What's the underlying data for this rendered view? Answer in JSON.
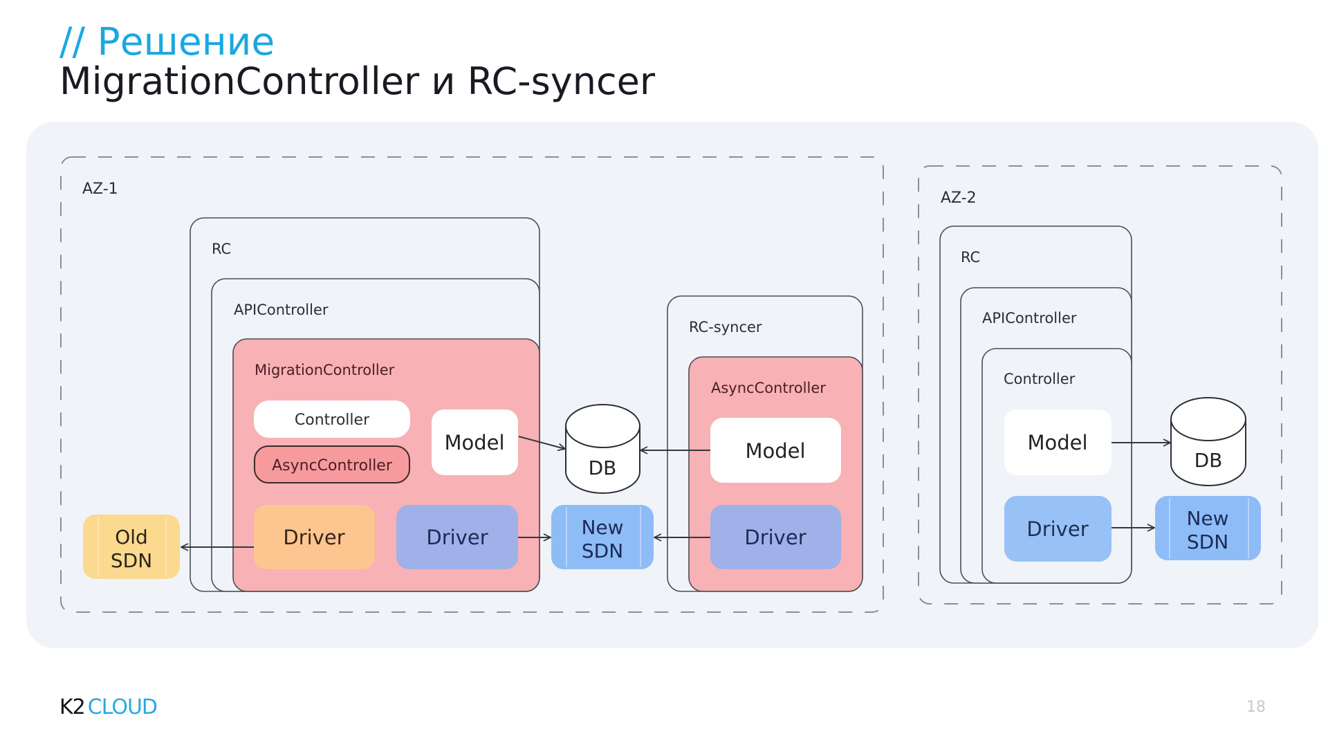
{
  "header": {
    "kicker": "// Решение",
    "title": "MigrationController и RC-syncer"
  },
  "colors": {
    "accent": "#1ba8e0",
    "panel_bg": "#f0f3f7",
    "migration_fill": "#f8b1b4",
    "async_pill_fill": "#f79a9e",
    "old_driver_fill": "#fdc691",
    "new_driver_fill": "#9fb1e8",
    "az2_driver_fill": "#97c1f7",
    "new_sdn_fill": "#8ebcf7",
    "old_sdn_fill": "#fbd98f",
    "outline": "#4a4d55"
  },
  "diagram": {
    "az1": {
      "label": "AZ-1",
      "rc": {
        "label": "RC",
        "api_controller": {
          "label": "APIController",
          "migration_controller": {
            "label": "MigrationController",
            "controller": "Controller",
            "async_controller": "AsyncController",
            "model": "Model",
            "old_driver": "Driver",
            "new_driver": "Driver"
          }
        }
      },
      "db": "DB",
      "old_sdn": [
        "Old",
        "SDN"
      ],
      "new_sdn": [
        "New",
        "SDN"
      ],
      "rc_syncer": {
        "label": "RC-syncer",
        "async_controller": {
          "label": "AsyncController",
          "model": "Model",
          "driver": "Driver"
        }
      }
    },
    "az2": {
      "label": "AZ-2",
      "rc": {
        "label": "RC",
        "api_controller": {
          "label": "APIController",
          "controller": {
            "label": "Controller",
            "model": "Model",
            "driver": "Driver"
          }
        }
      },
      "db": "DB",
      "new_sdn": [
        "New",
        "SDN"
      ]
    },
    "edges": [
      {
        "from": "az1.migration.model",
        "to": "az1.db"
      },
      {
        "from": "az1.migration.old_driver",
        "to": "az1.old_sdn"
      },
      {
        "from": "az1.migration.new_driver",
        "to": "az1.new_sdn"
      },
      {
        "from": "az1.rc_syncer.model",
        "to": "az1.db"
      },
      {
        "from": "az1.rc_syncer.driver",
        "to": "az1.new_sdn"
      },
      {
        "from": "az2.model",
        "to": "az2.db"
      },
      {
        "from": "az2.driver",
        "to": "az2.new_sdn"
      }
    ]
  },
  "footer": {
    "logo_k2": "K2",
    "logo_cloud": "CLOUD",
    "page_number": "18"
  }
}
